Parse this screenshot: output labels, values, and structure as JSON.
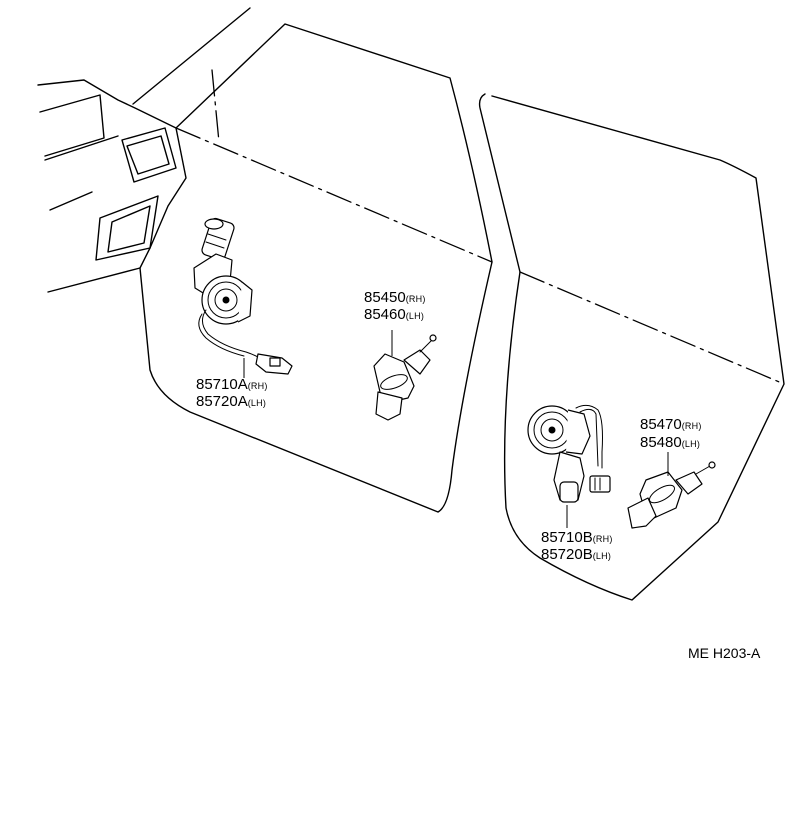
{
  "diagram": {
    "parts": [
      {
        "number": "85710A",
        "side": "(RH)"
      },
      {
        "number": "85720A",
        "side": "(LH)"
      },
      {
        "number": "85450",
        "side": "(RH)"
      },
      {
        "number": "85460",
        "side": "(LH)"
      },
      {
        "number": "85470",
        "side": "(RH)"
      },
      {
        "number": "85480",
        "side": "(LH)"
      },
      {
        "number": "85710B",
        "side": "(RH)"
      },
      {
        "number": "85720B",
        "side": "(LH)"
      }
    ],
    "reference_code": "ME H203-A"
  }
}
